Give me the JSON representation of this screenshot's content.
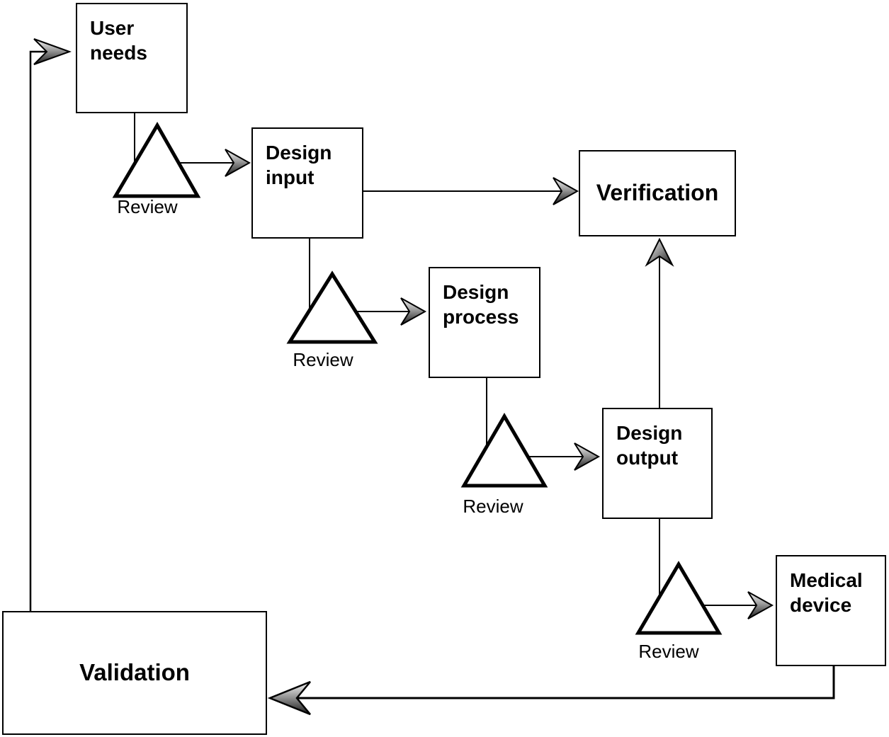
{
  "diagram": {
    "boxes": {
      "user_needs": "User needs",
      "design_input": "Design input",
      "design_process": "Design process",
      "design_output": "Design output",
      "medical_device": "Medical device",
      "verification": "Verification",
      "validation": "Validation"
    },
    "reviews": [
      {
        "label": "Review"
      },
      {
        "label": "Review"
      },
      {
        "label": "Review"
      },
      {
        "label": "Review"
      }
    ],
    "edges": [
      {
        "from": "user_needs",
        "via": "review",
        "to": "design_input"
      },
      {
        "from": "design_input",
        "via": "review",
        "to": "design_process"
      },
      {
        "from": "design_process",
        "via": "review",
        "to": "design_output"
      },
      {
        "from": "design_output",
        "via": "review",
        "to": "medical_device"
      },
      {
        "from": "design_input",
        "to": "verification"
      },
      {
        "from": "design_output",
        "to": "verification"
      },
      {
        "from": "medical_device",
        "to": "validation"
      },
      {
        "from": "validation",
        "to": "user_needs"
      }
    ],
    "colors": {
      "stroke": "#000000",
      "box_fill": "#ffffff",
      "arrow_light": "#f8f8f8",
      "arrow_mid": "#9a9a9a",
      "arrow_dark": "#1a1a1a"
    }
  }
}
